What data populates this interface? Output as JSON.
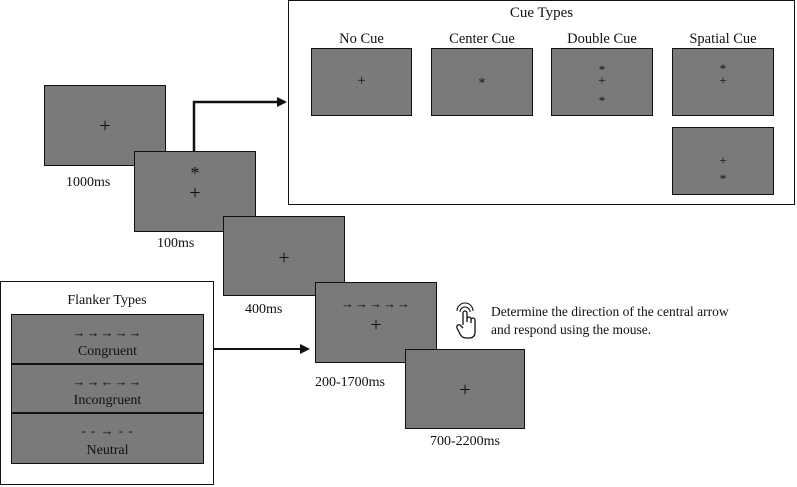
{
  "timeline": {
    "fixation": {
      "symbols": "+",
      "duration": "1000ms"
    },
    "cue": {
      "top": "*",
      "bottom": "+",
      "duration": "100ms"
    },
    "post_cue": {
      "symbols": "+",
      "duration": "400ms"
    },
    "target": {
      "arrows": "→→→→→",
      "fixation": "+",
      "duration": "200-1700ms"
    },
    "iti": {
      "symbols": "+",
      "duration": "700-2200ms"
    }
  },
  "instruction": {
    "icon": "hand-pointer-icon",
    "line1": "Determine the direction of the central arrow",
    "line2": "and respond using the mouse."
  },
  "cue_types": {
    "title": "Cue Types",
    "no_cue": {
      "label": "No Cue",
      "symbol": "+"
    },
    "center_cue": {
      "label": "Center Cue",
      "symbol": "*"
    },
    "double_cue": {
      "label": "Double Cue",
      "top": "*",
      "middle": "+",
      "bottom": "*"
    },
    "spatial_cue": {
      "label": "Spatial Cue",
      "a_top": "*",
      "a_bottom": "+",
      "b_top": "+",
      "b_bottom": "*"
    }
  },
  "flanker_types": {
    "title": "Flanker Types",
    "congruent": {
      "arrows": "→→→→→",
      "label": "Congruent"
    },
    "incongruent": {
      "arrows": "→→←→→",
      "label": "Incongruent"
    },
    "neutral": {
      "arrows": "- - → - -",
      "label": "Neutral"
    }
  },
  "colors": {
    "screen_gray": "#7a7a7a",
    "line": "#111111"
  }
}
